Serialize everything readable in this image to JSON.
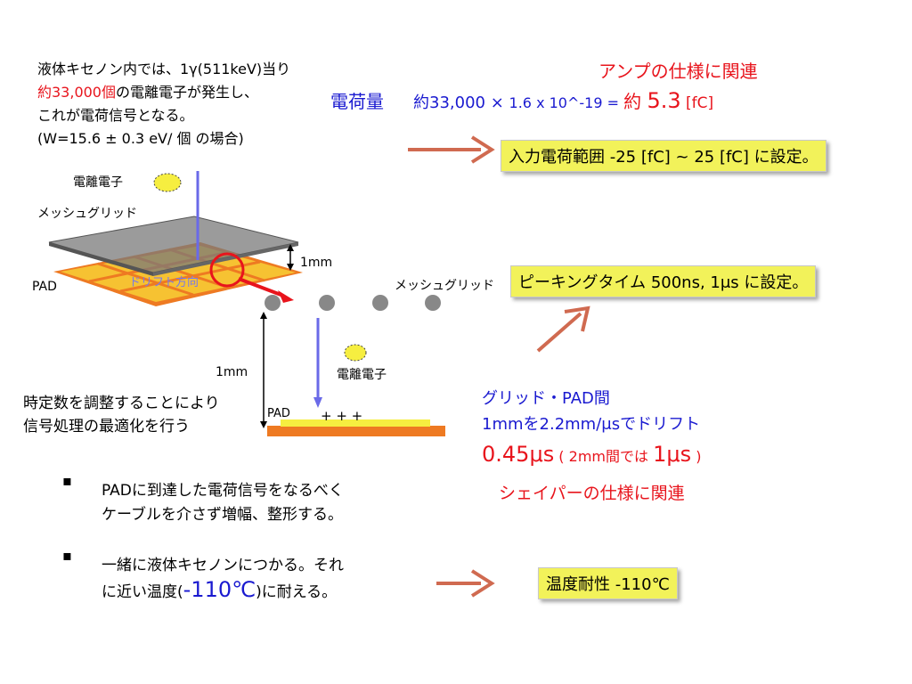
{
  "intro": {
    "line1": "液体キセノン内では、1γ(511keV)当り",
    "line2_red": "約33,000個",
    "line2_rest": "の電離電子が発生し、",
    "line3": "これが電荷信号となる。",
    "line4": "(W=15.6 ± 0.3 eV/ 個 の場合)"
  },
  "amp_related": "アンプの仕様に関連",
  "charge": {
    "label": "電荷量",
    "calc_prefix": "約33,000 ×",
    "calc_mid": "1.6 x 10^-19 = ",
    "calc_yaku": "約 ",
    "calc_value": "5.3",
    "calc_unit": " [fC]"
  },
  "boxes": {
    "input_range": "入力電荷範囲 -25 [fC] ~ 25 [fC] に設定。",
    "peaking": "ピーキングタイム 500ns, 1μs に設定。",
    "temperature": "温度耐性 -110℃"
  },
  "diagram": {
    "electron_top": "電離電子",
    "mesh_top": "メッシュグリッド",
    "pad": "PAD",
    "drift_dir": "ドリフト方向",
    "gap_top": "1mm",
    "mesh_right": "メッシュグリッド",
    "gap_left": "1mm",
    "electron_bottom": "電離電子",
    "pad_bottom": "PAD",
    "plus": "+ + +"
  },
  "time_const": {
    "line1": "時定数を調整することにより",
    "line2": "信号処理の最適化を行う"
  },
  "drift": {
    "line1": "グリッド・PAD間",
    "line2": "1mmを2.2mm/μsでドリフト",
    "value1": "0.45μs",
    "paren_open": " ( 2mm間では ",
    "value2": "1μs",
    "paren_close": " )",
    "shaper": "シェイパーの仕様に関連"
  },
  "bullets": [
    {
      "line1": "PADに到達した電荷信号をなるべく",
      "line2": "ケーブルを介さず増幅、整形する。"
    },
    {
      "line1": "一緒に液体キセノンにつかる。それ",
      "line2_pre": "に近い温度(",
      "line2_big": "-110℃",
      "line2_post": ")に耐える。"
    }
  ],
  "bullet_marker": "▪",
  "colors": {
    "red": "#e8141c",
    "blue": "#1a1ad0",
    "box": "#f2f25a",
    "arrow": "#d06a50"
  }
}
